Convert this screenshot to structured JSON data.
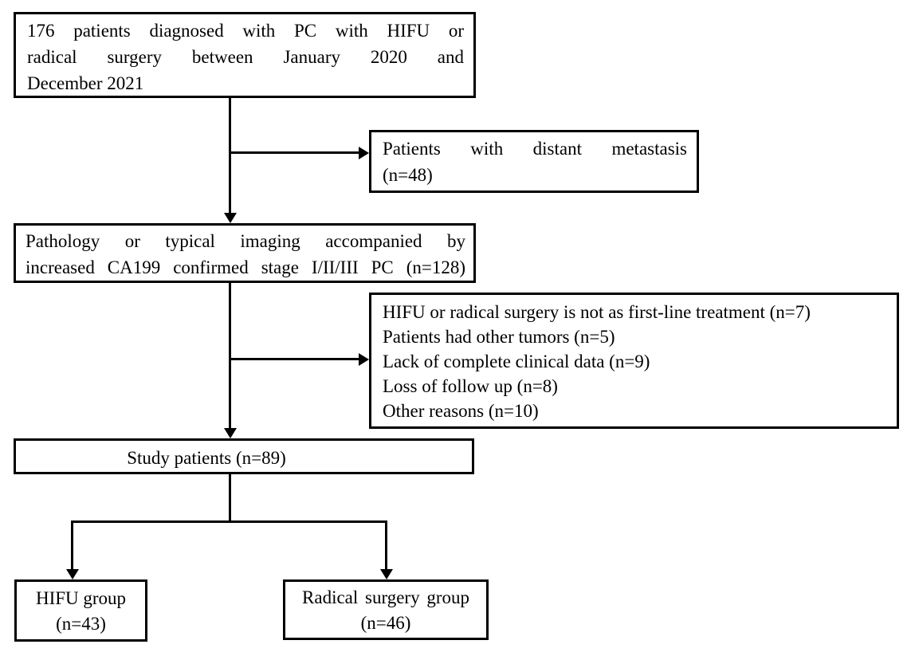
{
  "theme": {
    "ink_color": "#000000",
    "background_color": "#ffffff"
  },
  "diagram": {
    "type": "patient-flowchart",
    "boxes": {
      "enrolled": {
        "lines": [
          "176 patients diagnosed with PC with HIFU or",
          "radical surgery between January 2020 and",
          "December 2021"
        ]
      },
      "metastasis": {
        "lines": [
          "Patients with distant metastasis",
          "(n=48)"
        ]
      },
      "confirmed": {
        "lines": [
          "Pathology or typical imaging accompanied by",
          "increased CA199 confirmed stage I/II/III PC (n=128)"
        ]
      },
      "exclusions": {
        "lines": [
          "HIFU or radical surgery is not as first-line treatment (n=7)",
          "Patients had other tumors (n=5)",
          "Lack of complete clinical data (n=9)",
          "Loss of follow up (n=8)",
          "Other reasons (n=10)"
        ]
      },
      "study": {
        "label": "Study patients (n=89)"
      },
      "hifu_group": {
        "lines": [
          "HIFU group",
          "(n=43)"
        ]
      },
      "surgery_group": {
        "lines": [
          "Radical surgery group",
          "(n=46)"
        ]
      }
    }
  }
}
